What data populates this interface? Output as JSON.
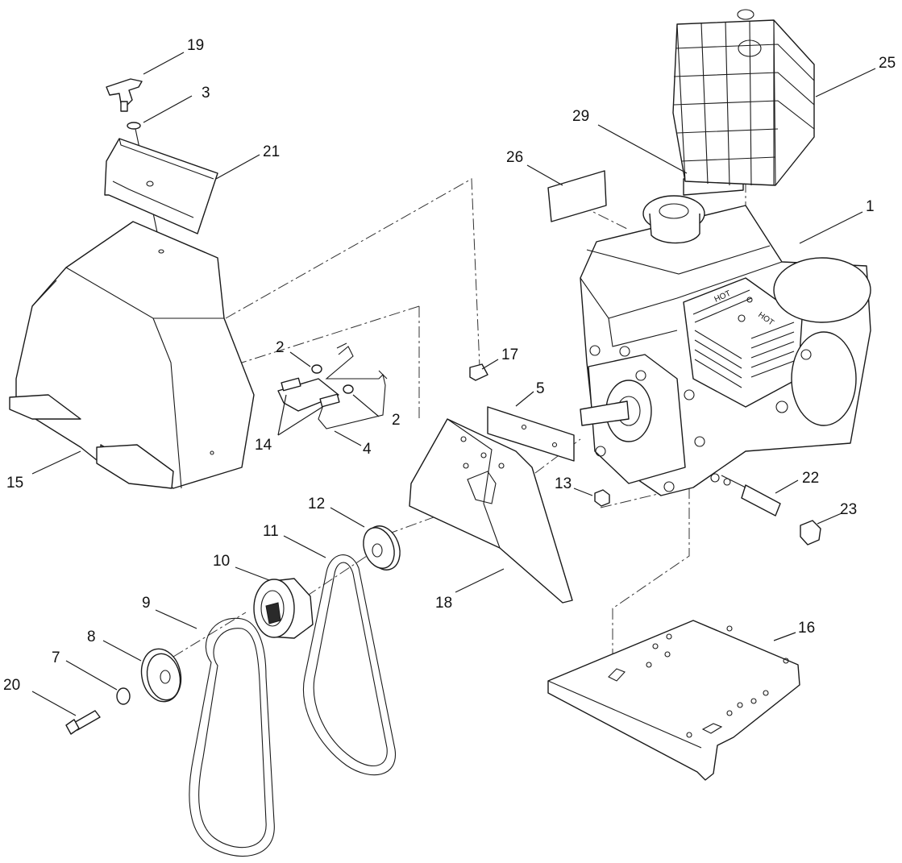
{
  "callouts": {
    "c1": "1",
    "c2a": "2",
    "c2b": "2",
    "c3": "3",
    "c4": "4",
    "c5": "5",
    "c7": "7",
    "c8": "8",
    "c9": "9",
    "c10": "10",
    "c11": "11",
    "c12": "12",
    "c13": "13",
    "c14": "14",
    "c15": "15",
    "c16": "16",
    "c17": "17",
    "c18": "18",
    "c19": "19",
    "c20": "20",
    "c21": "21",
    "c22": "22",
    "c23": "23",
    "c25": "25",
    "c26": "26",
    "c29": "29"
  },
  "engine_marks": {
    "hot_left": "HOT",
    "hot_right": "HOT"
  }
}
